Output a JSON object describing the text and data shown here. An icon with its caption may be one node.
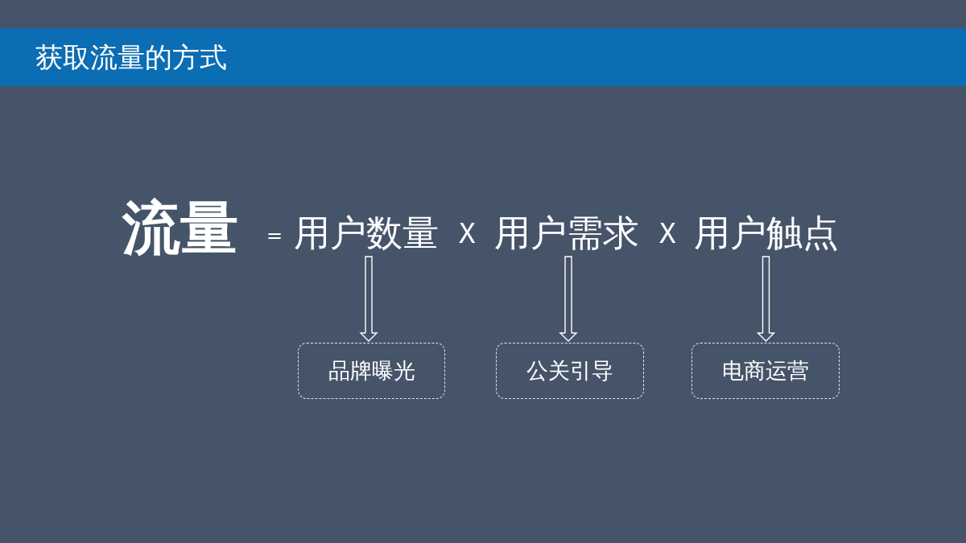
{
  "diagram": {
    "title": "获取流量的方式",
    "nodes": [
      {
        "text": [
          "用户数量"
        ]
      },
      {
        "text": [
          "用户需求"
        ]
      },
      {
        "text": [
          "用户触点"
        ]
      },
      {
        "text": [
          "品牌曝光"
        ]
      },
      {
        "text": [
          "公关引导"
        ]
      },
      {
        "text": [
          "电商运营"
        ]
      }
    ],
    "edges": [
      {
        "from": 0,
        "to": 3,
        "arrow": "to"
      },
      {
        "from": 1,
        "to": 4,
        "arrow": "to"
      },
      {
        "from": 2,
        "to": 5,
        "arrow": "to"
      }
    ],
    "labels": [
      "流量",
      "=",
      "X",
      "X"
    ]
  }
}
